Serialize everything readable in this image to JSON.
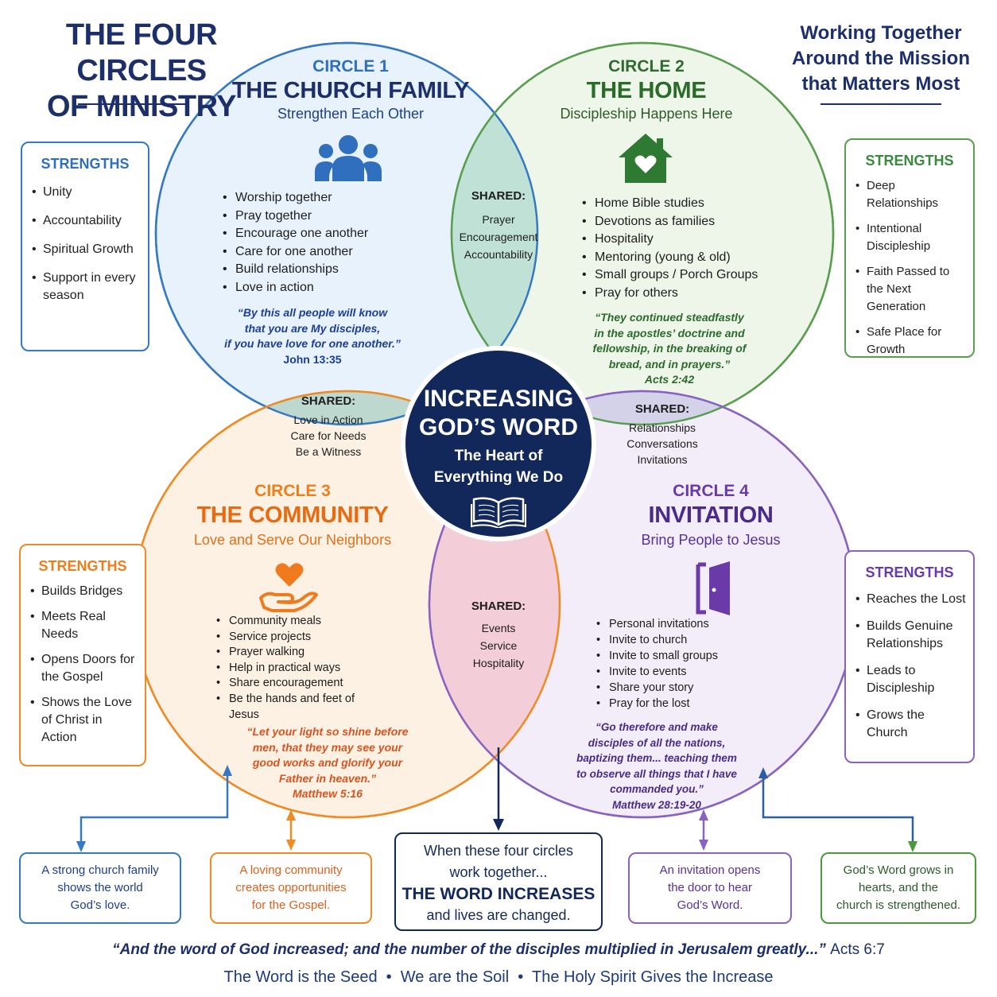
{
  "header": {
    "title_line1": "THE FOUR CIRCLES",
    "title_line2": "OF MINISTRY",
    "tagline_line1": "Working Together",
    "tagline_line2": "Around the Mission",
    "tagline_line3": "that Matters Most"
  },
  "colors": {
    "navy": "#1c2f6b",
    "blue": "#2f6fbd",
    "green": "#3a8a3e",
    "orange": "#ef7d1a",
    "purple": "#6a3aa8",
    "red_verse": "#d9531e"
  },
  "strengths_label": "STRENGTHS",
  "strengths": {
    "church": [
      "Unity",
      "Accountability",
      "Spiritual Growth",
      "Support in every season"
    ],
    "home": [
      "Deep Relationships",
      "Intentional Discipleship",
      "Faith Passed to the Next Generation",
      "Safe Place for Growth"
    ],
    "community": [
      "Builds Bridges",
      "Meets Real Needs",
      "Opens Doors for the Gospel",
      "Shows the Love of Christ in Action"
    ],
    "invitation": [
      "Reaches the Lost",
      "Builds Genuine Relationships",
      "Leads to Discipleship",
      "Grows the Church"
    ]
  },
  "circles": {
    "church": {
      "number": "CIRCLE 1",
      "name": "THE CHURCH FAMILY",
      "subtitle": "Strengthen Each Other",
      "icon": "people-group-icon",
      "activities": [
        "Worship together",
        "Pray together",
        "Encourage one another",
        "Care for one another",
        "Build relationships",
        "Love in action"
      ],
      "verse_lines": [
        "“By this all people will know",
        "that you are My disciples,",
        "if you have love for one another.”"
      ],
      "reference": "John 13:35"
    },
    "home": {
      "number": "CIRCLE 2",
      "name": "THE HOME",
      "subtitle": "Discipleship Happens Here",
      "icon": "house-heart-icon",
      "activities": [
        "Home Bible studies",
        "Devotions as families",
        "Hospitality",
        "Mentoring (young & old)",
        "Small groups / Porch Groups",
        "Pray for others"
      ],
      "verse_lines": [
        "“They continued steadfastly",
        "in the apostles’ doctrine and",
        "fellowship, in the breaking of",
        "bread, and in prayers.”"
      ],
      "reference": "Acts 2:42"
    },
    "community": {
      "number": "CIRCLE 3",
      "name": "THE COMMUNITY",
      "subtitle": "Love and Serve Our Neighbors",
      "icon": "heart-hand-icon",
      "activities": [
        "Community meals",
        "Service projects",
        "Prayer walking",
        "Help in practical ways",
        "Share encouragement",
        "Be the hands and feet of Jesus"
      ],
      "verse_lines": [
        "“Let your light so shine before",
        "men, that they may see your",
        "good works and glorify your",
        "Father in heaven.”"
      ],
      "reference": "Matthew 5:16"
    },
    "invitation": {
      "number": "CIRCLE 4",
      "name": "INVITATION",
      "subtitle": "Bring People to Jesus",
      "icon": "open-door-icon",
      "activities": [
        "Personal invitations",
        "Invite to church",
        "Invite to small groups",
        "Invite to events",
        "Share your story",
        "Pray for the lost"
      ],
      "verse_lines": [
        "“Go therefore and make",
        "disciples of all the nations,",
        "baptizing them... teaching them",
        "to observe all things that I have",
        "commanded you.”"
      ],
      "reference": "Matthew 28:19-20"
    }
  },
  "shared": {
    "label": "SHARED:",
    "church_home": [
      "Prayer",
      "Encouragement",
      "Accountability"
    ],
    "church_community": [
      "Love in Action",
      "Care for Needs",
      "Be a Witness"
    ],
    "home_invitation": [
      "Relationships",
      "Conversations",
      "Invitations"
    ],
    "community_invitation": [
      "Events",
      "Service",
      "Hospitality"
    ]
  },
  "center": {
    "line1": "INCREASING",
    "line2": "GOD’S WORD",
    "sub1": "The Heart of",
    "sub2": "Everything We Do",
    "icon": "open-book-icon"
  },
  "outcomes": {
    "church": [
      "A strong church family",
      "shows the world",
      "God’s love."
    ],
    "community": [
      "A loving community",
      "creates opportunities",
      "for the Gospel."
    ],
    "center": [
      "When these four circles",
      "work together...",
      "THE WORD INCREASES",
      "and lives are changed."
    ],
    "invitation": [
      "An invitation opens",
      "the door to hear",
      "God’s Word."
    ],
    "home": [
      "God’s Word grows in",
      "hearts, and the",
      "church is strengthened."
    ]
  },
  "footer": {
    "quote": "“And the word of God increased; and the number of the disciples multiplied in Jerusalem greatly...”",
    "quote_ref": "Acts 6:7",
    "line": "The Word is the Seed  •  We are the Soil  •  The Holy Spirit Gives the Increase"
  }
}
